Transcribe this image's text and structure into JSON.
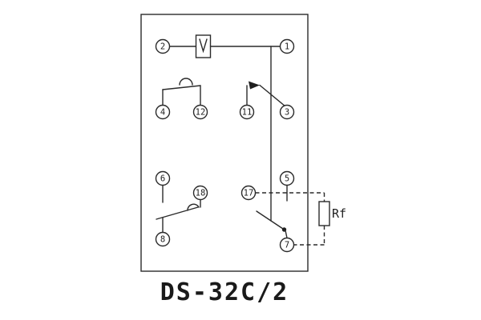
{
  "diagram": {
    "title": "DS-32C/2",
    "resistor": {
      "label": "Rf"
    },
    "terminals": [
      {
        "label": "2"
      },
      {
        "label": "1"
      },
      {
        "label": "4"
      },
      {
        "label": "12"
      },
      {
        "label": "11"
      },
      {
        "label": "3"
      },
      {
        "label": "6"
      },
      {
        "label": "18"
      },
      {
        "label": "17"
      },
      {
        "label": "5"
      },
      {
        "label": "8"
      },
      {
        "label": "7"
      }
    ],
    "colors": {
      "line": "#2a2a2a",
      "background": "#ffffff"
    }
  }
}
